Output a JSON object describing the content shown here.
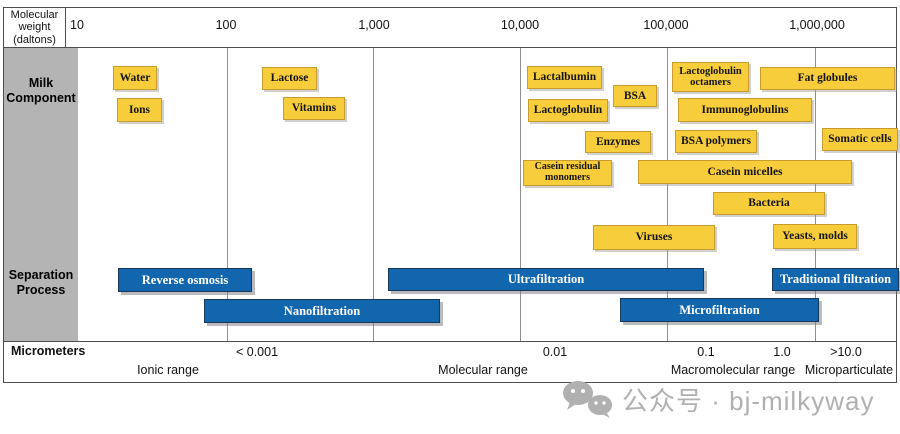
{
  "header": {
    "axis_label": "Molecular weight (daltons)",
    "ticks": [
      "10",
      "100",
      "1,000",
      "10,000",
      "100,000",
      "1,000,000"
    ]
  },
  "sidebar": {
    "milk_component": "Milk Component",
    "separation_process": "Separation Process"
  },
  "components": [
    {
      "label": "Water"
    },
    {
      "label": "Ions"
    },
    {
      "label": "Lactose"
    },
    {
      "label": "Vitamins"
    },
    {
      "label": "Lactalbumin"
    },
    {
      "label": "Lactoglobulin"
    },
    {
      "label": "BSA"
    },
    {
      "label": "Enzymes"
    },
    {
      "label": "Casein residual monomers"
    },
    {
      "label": "Lactoglobulin octamers"
    },
    {
      "label": "Immunoglobulins"
    },
    {
      "label": "BSA polymers"
    },
    {
      "label": "Casein micelles"
    },
    {
      "label": "Bacteria"
    },
    {
      "label": "Viruses"
    },
    {
      "label": "Yeasts, molds"
    },
    {
      "label": "Fat globules"
    },
    {
      "label": "Somatic cells"
    }
  ],
  "processes": [
    {
      "label": "Reverse osmosis"
    },
    {
      "label": "Nanofiltration"
    },
    {
      "label": "Ultrafiltration"
    },
    {
      "label": "Microfiltration"
    },
    {
      "label": "Traditional filtration"
    }
  ],
  "footer": {
    "axis_label": "Micrometers",
    "values": [
      "< 0.001",
      "0.01",
      "0.1",
      "1.0",
      ">10.0"
    ],
    "ranges": [
      "Ionic range",
      "Molecular range",
      "Macromolecular range",
      "Microparticulate"
    ]
  },
  "watermark": {
    "icon": "wechat-icon",
    "text": "公众号 · bj-milkyway"
  },
  "colors": {
    "component_fill": "#f7cd3c",
    "component_border": "#c99b2e",
    "process_fill": "#1266ae",
    "process_border": "#16365c",
    "sidebar_gray": "#b4b4b4",
    "gridline": "#8f8f8f",
    "watermark_gray": "#b0b0b0"
  }
}
